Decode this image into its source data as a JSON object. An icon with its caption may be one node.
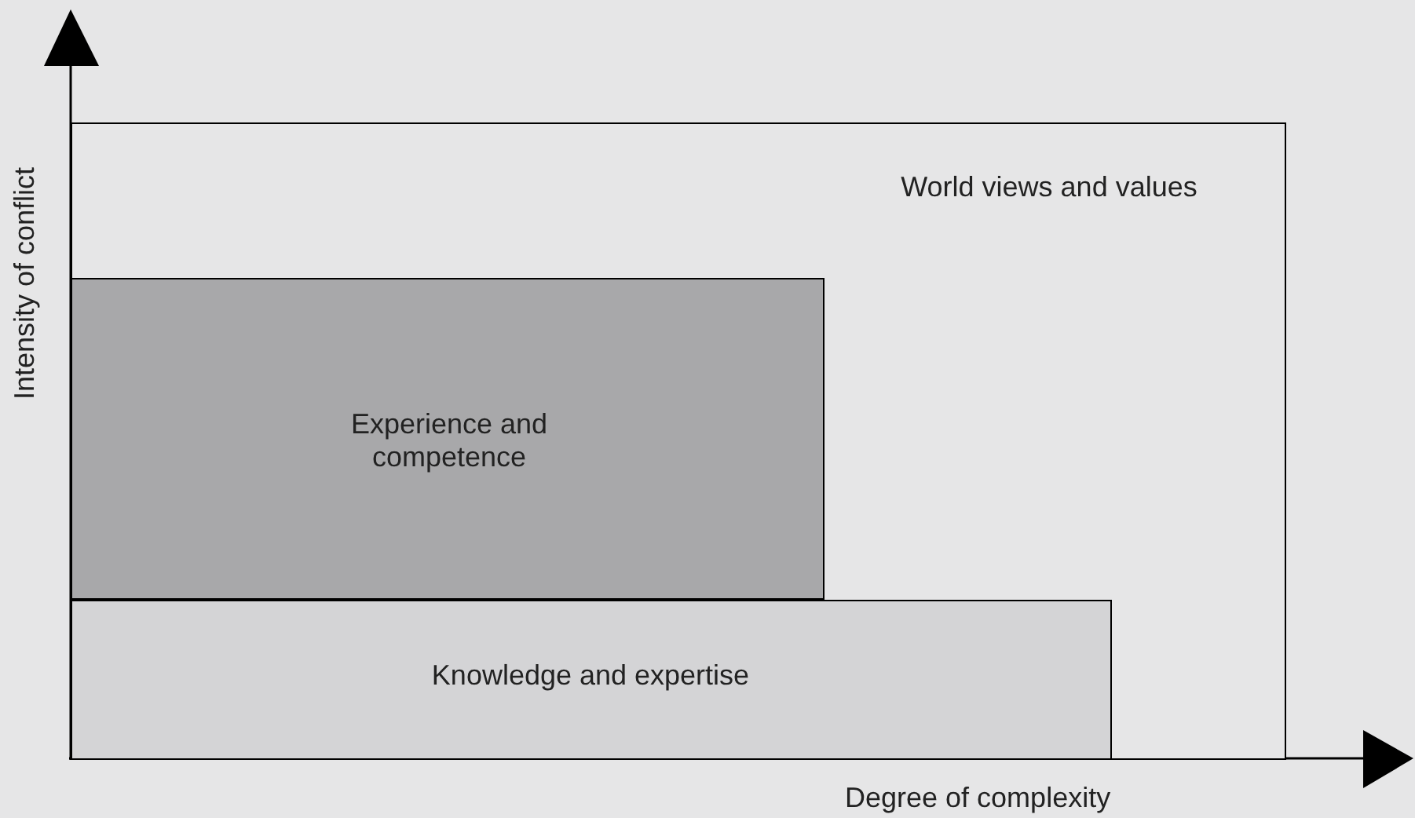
{
  "diagram": {
    "nodes": [
      {
        "text": [
          "World views and values"
        ]
      },
      {
        "text": [
          "Experience and competence"
        ],
        "in": 0
      },
      {
        "text": [
          "Knowledge and expertise"
        ],
        "in": 0
      }
    ],
    "labels": [
      "Intensity of conflict",
      "Degree of complexity"
    ]
  }
}
